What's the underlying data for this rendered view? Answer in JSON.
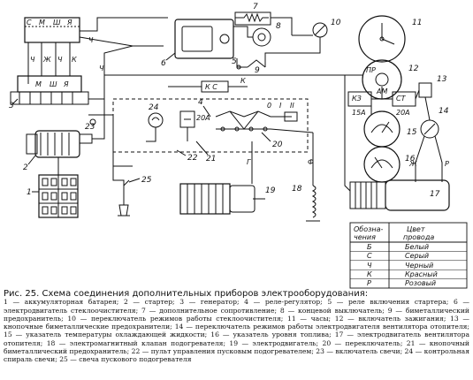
{
  "components": {
    "n1": "1",
    "n2": "2",
    "n3": "3",
    "n4": "4",
    "n5": "5",
    "n6": "6",
    "n7": "7",
    "n8": "8",
    "n9": "9",
    "n10": "10",
    "n11": "11",
    "n12": "12",
    "n13": "13",
    "n14": "14",
    "n15": "15",
    "n16": "16",
    "n17": "17",
    "n18": "18",
    "n19": "19",
    "n20": "20",
    "n21": "21",
    "n22": "22",
    "n23": "23",
    "n24": "24",
    "n25": "25"
  },
  "labels": {
    "top_terminals": [
      "С",
      "М",
      "Ш",
      "Я"
    ],
    "top_wires": [
      "Ч",
      "Ж",
      "Ч",
      "К"
    ],
    "relay_terminals": [
      "М",
      "Ш",
      "Я"
    ],
    "wire_ch": "Ч",
    "wire_k": "К",
    "wire_g": "Г",
    "wire_f": "Ф",
    "wire_zh": "Ж",
    "wire_r": "Р",
    "switch_pr": "ПР",
    "switch_am": "АМ",
    "switch_st": "СТ",
    "switch_kz": "КЗ",
    "fuse_15a": "15А",
    "fuse_20a_right": "20А",
    "fuse_20a_left": "20А",
    "sw_pos_0": "0",
    "sw_pos_1": "I",
    "sw_pos_2": "II",
    "relay_kc": "К С"
  },
  "legend": {
    "header_left": "Обозна-\nчения",
    "header_right": "Цвет\nпровода",
    "rows": [
      {
        "code": "Б",
        "color": "Белый"
      },
      {
        "code": "С",
        "color": "Серый"
      },
      {
        "code": "Ч",
        "color": "Черный"
      },
      {
        "code": "К",
        "color": "Красный"
      },
      {
        "code": "Р",
        "color": "Розовый"
      }
    ]
  },
  "caption": {
    "title": "Рис. 25. Схема соединения дополнительных приборов электрооборудования:",
    "body": "1 — аккумуляторная батарея; 2 — стартер; 3 — генератор; 4 — реле-регулятор; 5 — реле включения стартера; 6 — электродвигатель стеклоочистителя; 7 — дополнительное сопротивление; 8 — концевой выключатель; 9 — биметаллический предохранитель; 10 — переключатель режимов работы стеклоочистителя; 11 — часы; 12 — включатель зажигания; 13 — кнопочные биметаллические предохранители; 14 — переключатель режимов работы электродвигателя вентилятора отопителя; 15 — указатель температуры охлаждающей жидкости; 16 — указатель уровня топлива; 17 — электродвигатель вентилятора отопителя; 18 — электромагнитный клапан подогревателя; 19 — электродвигатель; 20 — переключатель; 21 — кнопочный биметаллический предохранитель; 22 — пульт управления пусковым подогревателем; 23 — включатель свечи; 24 — контрольная спираль свечи; 25 — свеча пускового подогревателя"
  }
}
